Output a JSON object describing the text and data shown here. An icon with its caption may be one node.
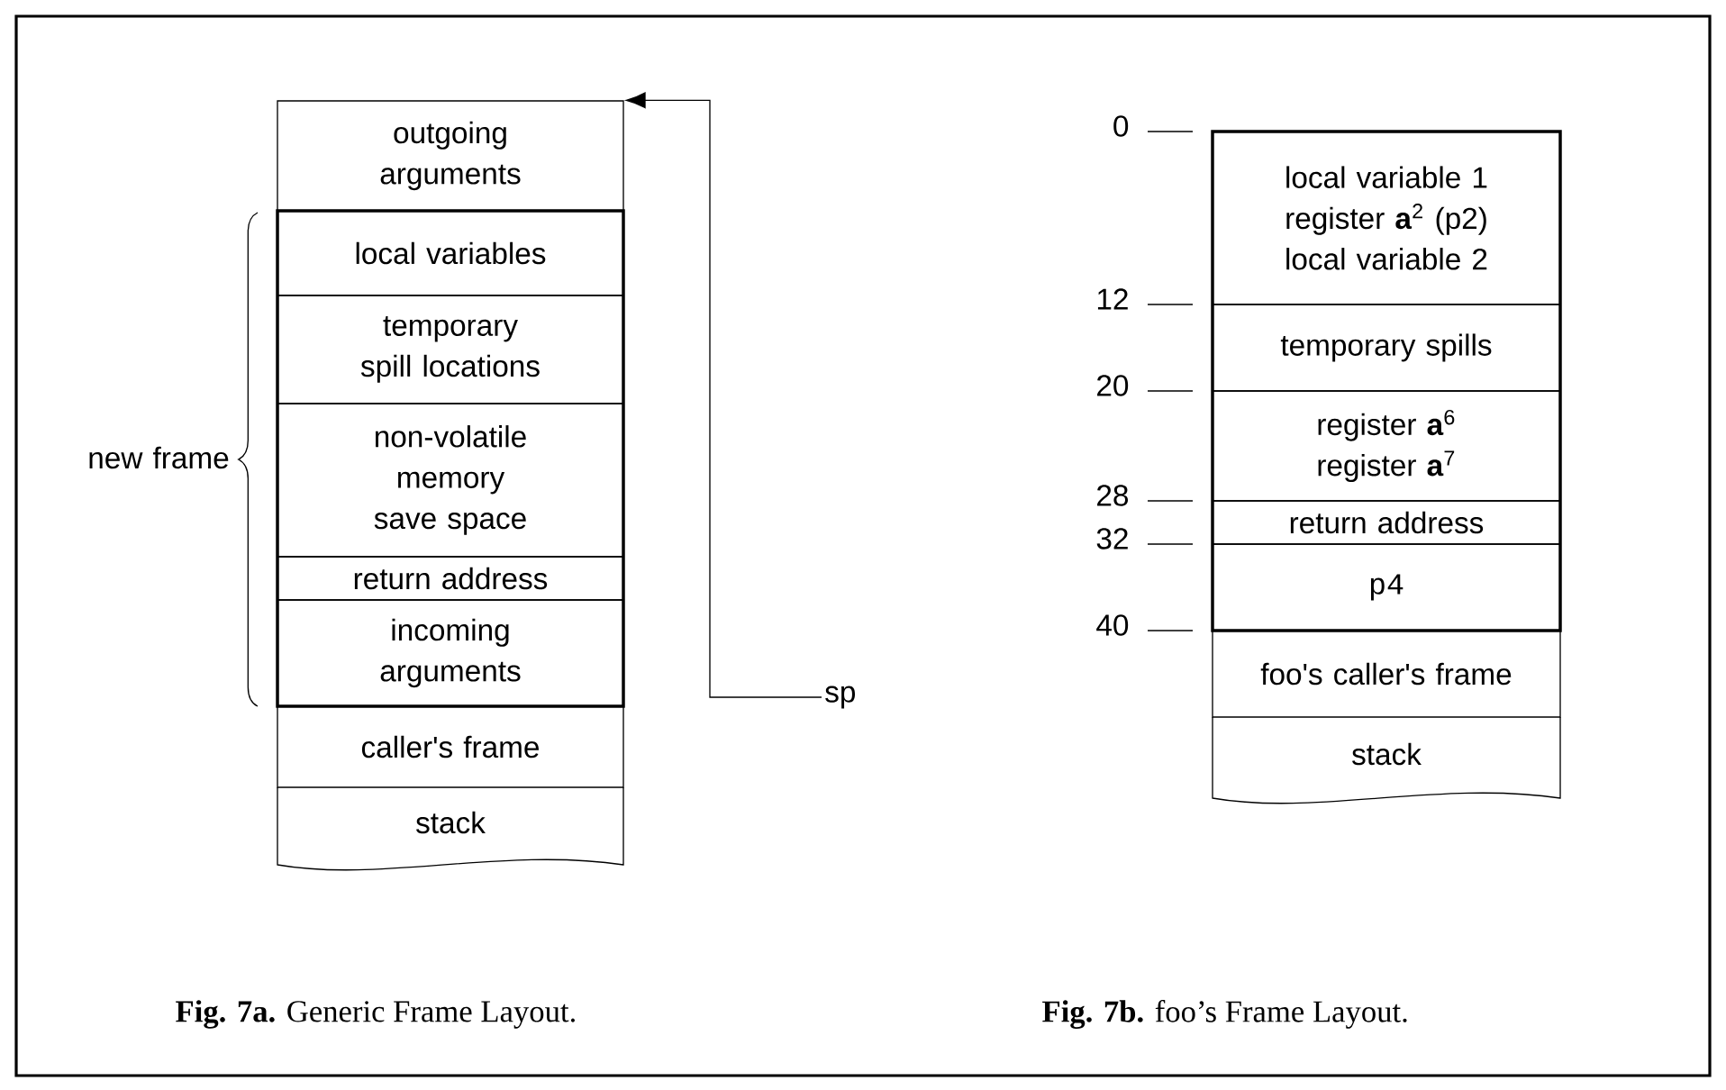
{
  "diagram": {
    "nodes": [
      {
        "text": [
          "outgoing arguments"
        ]
      },
      {
        "text": [
          "local variables"
        ]
      },
      {
        "text": [
          "temporary spill locations"
        ]
      },
      {
        "text": [
          "non-volatile memory save space"
        ]
      },
      {
        "text": [
          "return address"
        ]
      },
      {
        "text": [
          "incoming arguments"
        ]
      },
      {
        "text": [
          "caller's frame"
        ]
      },
      {
        "text": [
          "stack"
        ]
      },
      {
        "text": [
          "sp"
        ]
      },
      {
        "text": [
          "local variable 1",
          "register **a**$^{2}$ (p2)",
          "local variable 2"
        ]
      },
      {
        "text": [
          "temporary spills"
        ]
      },
      {
        "text": [
          "register **a**$^{6}$",
          "register **a**$^{7}$"
        ]
      },
      {
        "text": [
          "return address"
        ]
      },
      {
        "text": [
          "p4"
        ]
      },
      {
        "text": [
          "foo's caller's frame"
        ]
      },
      {
        "text": [
          "stack"
        ]
      }
    ],
    "edges": [
      {
        "from": 8,
        "to": 0,
        "arrow": "to"
      }
    ],
    "labels": [
      "new frame",
      "0",
      "12",
      "20",
      "28",
      "32",
      "40",
      "**Fig. 7a.** Generic Frame Layout.",
      "**Fig. 7b.** foo’s Frame Layout."
    ]
  }
}
